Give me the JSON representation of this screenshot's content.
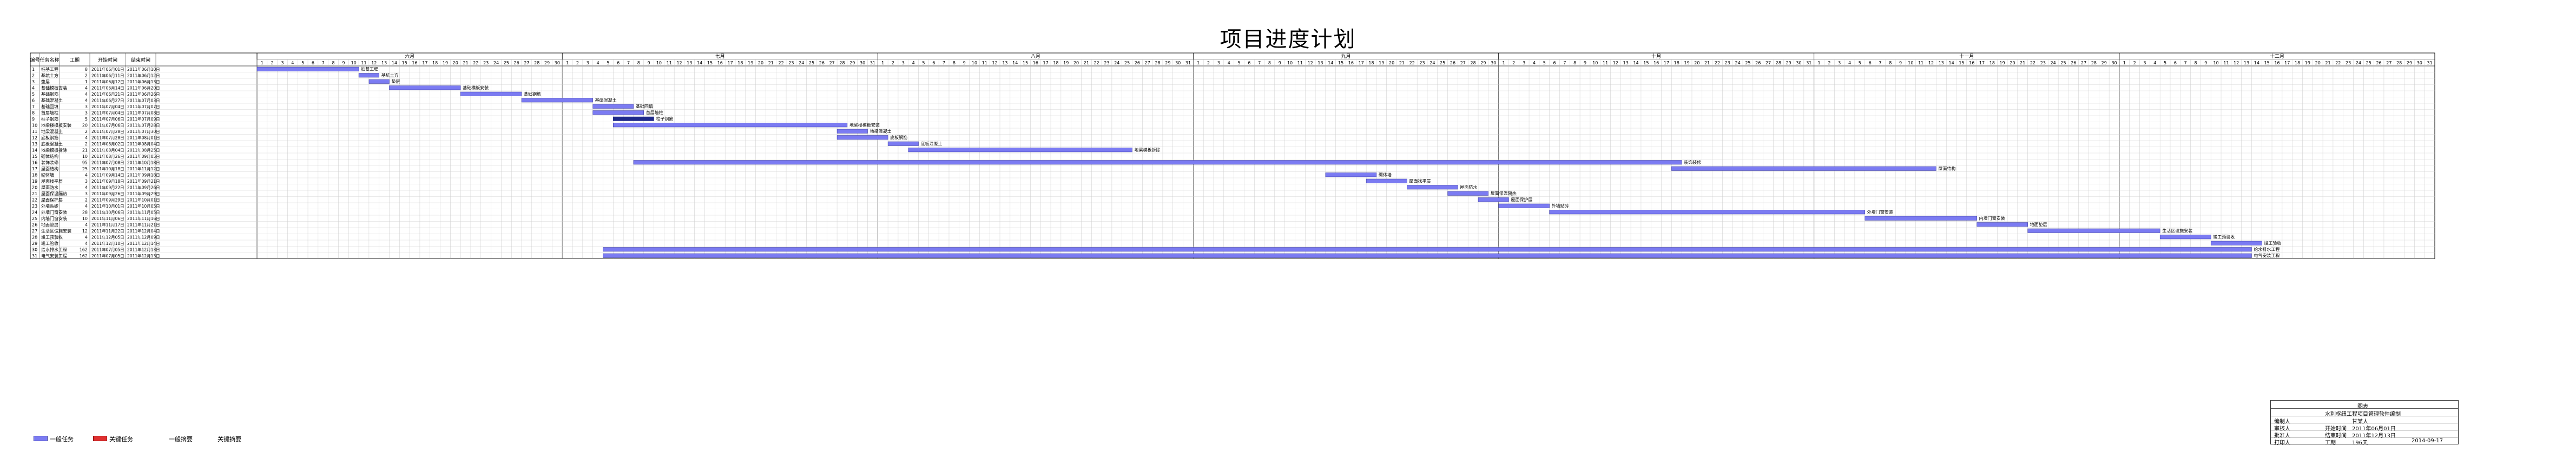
{
  "title": "项目进度计划",
  "headers": {
    "id": "编号",
    "name": "任务名称",
    "duration": "工期",
    "start": "开始时间",
    "end": "结束时间"
  },
  "months": [
    "六月",
    "七月",
    "八月",
    "九月",
    "十月",
    "十一月",
    "十二月"
  ],
  "month_days": [
    30,
    31,
    31,
    30,
    31,
    30,
    31
  ],
  "rows": [
    {
      "id": "1",
      "name": "桩基工程",
      "dur": "8",
      "start": "2011年06月01日",
      "end": "2011年06月10日"
    },
    {
      "id": "2",
      "name": "基坑土方",
      "dur": "2",
      "start": "2011年06月11日",
      "end": "2011年06月12日"
    },
    {
      "id": "3",
      "name": "垫层",
      "dur": "1",
      "start": "2011年06月12日",
      "end": "2011年06月13日"
    },
    {
      "id": "4",
      "name": "基础模板安装",
      "dur": "4",
      "start": "2011年06月14日",
      "end": "2011年06月20日"
    },
    {
      "id": "5",
      "name": "基础钢筋",
      "dur": "4",
      "start": "2011年06月21日",
      "end": "2011年06月26日"
    },
    {
      "id": "6",
      "name": "基础混凝土",
      "dur": "4",
      "start": "2011年06月27日",
      "end": "2011年07月03日"
    },
    {
      "id": "7",
      "name": "基础回填",
      "dur": "3",
      "start": "2011年07月04日",
      "end": "2011年07月07日"
    },
    {
      "id": "8",
      "name": "首层墙柱",
      "dur": "3",
      "start": "2011年07月04日",
      "end": "2011年07月08日"
    },
    {
      "id": "9",
      "name": "柱子钢筋",
      "dur": "5",
      "start": "2011年07月06日",
      "end": "2011年07月09日"
    },
    {
      "id": "10",
      "name": "地梁楼模板安装",
      "dur": "20",
      "start": "2011年07月06日",
      "end": "2011年07月28日"
    },
    {
      "id": "11",
      "name": "地梁混凝土",
      "dur": "2",
      "start": "2011年07月28日",
      "end": "2011年07月30日"
    },
    {
      "id": "12",
      "name": "底板钢筋",
      "dur": "4",
      "start": "2011年07月28日",
      "end": "2011年08月01日"
    },
    {
      "id": "13",
      "name": "底板混凝土",
      "dur": "2",
      "start": "2011年08月02日",
      "end": "2011年08月04日"
    },
    {
      "id": "14",
      "name": "地梁模板拆除",
      "dur": "21",
      "start": "2011年08月04日",
      "end": "2011年08月25日"
    },
    {
      "id": "15",
      "name": "砌体结构",
      "dur": "10",
      "start": "2011年08月26日",
      "end": "2011年09月05日"
    },
    {
      "id": "16",
      "name": "装饰装修",
      "dur": "95",
      "start": "2011年07月08日",
      "end": "2011年10月18日"
    },
    {
      "id": "17",
      "name": "屋面结构",
      "dur": "25",
      "start": "2011年10月18日",
      "end": "2011年11月12日"
    },
    {
      "id": "18",
      "name": "砌体墙",
      "dur": "4",
      "start": "2011年09月14日",
      "end": "2011年09月18日"
    },
    {
      "id": "19",
      "name": "屋面找平层",
      "dur": "3",
      "start": "2011年09月18日",
      "end": "2011年09月21日"
    },
    {
      "id": "20",
      "name": "屋面防水",
      "dur": "4",
      "start": "2011年09月22日",
      "end": "2011年09月26日"
    },
    {
      "id": "21",
      "name": "屋面保温隔热",
      "dur": "3",
      "start": "2011年09月26日",
      "end": "2011年09月29日"
    },
    {
      "id": "22",
      "name": "屋面保护层",
      "dur": "2",
      "start": "2011年09月29日",
      "end": "2011年10月01日"
    },
    {
      "id": "23",
      "name": "外墙贴砖",
      "dur": "4",
      "start": "2011年10月01日",
      "end": "2011年10月05日"
    },
    {
      "id": "24",
      "name": "外墙门窗安装",
      "dur": "28",
      "start": "2011年10月06日",
      "end": "2011年11月05日"
    },
    {
      "id": "25",
      "name": "内墙门窗安装",
      "dur": "10",
      "start": "2011年11月06日",
      "end": "2011年11月16日"
    },
    {
      "id": "26",
      "name": "地面垫层",
      "dur": "4",
      "start": "2011年11月17日",
      "end": "2011年11月21日"
    },
    {
      "id": "27",
      "name": "生活区设施安装",
      "dur": "12",
      "start": "2011年11月22日",
      "end": "2011年12月04日"
    },
    {
      "id": "28",
      "name": "竣工预验收",
      "dur": "4",
      "start": "2011年12月05日",
      "end": "2011年12月09日"
    },
    {
      "id": "29",
      "name": "竣工验收",
      "dur": "4",
      "start": "2011年12月10日",
      "end": "2011年12月14日"
    },
    {
      "id": "30",
      "name": "给水排水工程",
      "dur": "162",
      "start": "2011年07月05日",
      "end": "2011年12月13日"
    },
    {
      "id": "31",
      "name": "电气安装工程",
      "dur": "162",
      "start": "2011年07月05日",
      "end": "2011年12月13日"
    }
  ],
  "bars": [
    {
      "row": 0,
      "start": 1,
      "end": 10,
      "label": "桩基工程",
      "dark": false
    },
    {
      "row": 1,
      "start": 11,
      "end": 12,
      "label": "基坑土方",
      "dark": false
    },
    {
      "row": 2,
      "start": 12,
      "end": 13,
      "label": "垫层",
      "dark": false
    },
    {
      "row": 3,
      "start": 14,
      "end": 20,
      "label": "基础模板安装",
      "dark": false
    },
    {
      "row": 4,
      "start": 21,
      "end": 26,
      "label": "基础钢筋",
      "dark": false
    },
    {
      "row": 5,
      "start": 27,
      "end": 33,
      "label": "基础混凝土",
      "dark": false
    },
    {
      "row": 6,
      "start": 34,
      "end": 37,
      "label": "基础回填",
      "dark": false
    },
    {
      "row": 7,
      "start": 34,
      "end": 38,
      "label": "首层墙柱",
      "dark": false
    },
    {
      "row": 8,
      "start": 36,
      "end": 39,
      "label": "柱子钢筋",
      "dark": true
    },
    {
      "row": 9,
      "start": 36,
      "end": 58,
      "label": "地梁楼模板安装",
      "dark": false
    },
    {
      "row": 10,
      "start": 58,
      "end": 60,
      "label": "地梁混凝土",
      "dark": false
    },
    {
      "row": 11,
      "start": 58,
      "end": 62,
      "label": "底板钢筋",
      "dark": false
    },
    {
      "row": 12,
      "start": 63,
      "end": 65,
      "label": "底板混凝土",
      "dark": false
    },
    {
      "row": 13,
      "start": 65,
      "end": 86,
      "label": "地梁模板拆除",
      "dark": false
    },
    {
      "row": 15,
      "start": 38,
      "end": 140,
      "label": "装饰装修",
      "dark": false
    },
    {
      "row": 16,
      "start": 140,
      "end": 165,
      "label": "屋面结构",
      "dark": false
    },
    {
      "row": 17,
      "start": 106,
      "end": 110,
      "label": "砌体墙",
      "dark": false
    },
    {
      "row": 18,
      "start": 110,
      "end": 113,
      "label": "屋面找平层",
      "dark": false
    },
    {
      "row": 19,
      "start": 114,
      "end": 118,
      "label": "屋面防水",
      "dark": false
    },
    {
      "row": 20,
      "start": 118,
      "end": 121,
      "label": "屋面保温隔热",
      "dark": false
    },
    {
      "row": 21,
      "start": 121,
      "end": 123,
      "label": "屋面保护层",
      "dark": false
    },
    {
      "row": 22,
      "start": 123,
      "end": 127,
      "label": "外墙贴砖",
      "dark": false
    },
    {
      "row": 23,
      "start": 128,
      "end": 158,
      "label": "外墙门窗安装",
      "dark": false
    },
    {
      "row": 24,
      "start": 159,
      "end": 169,
      "label": "内墙门窗安装",
      "dark": false
    },
    {
      "row": 25,
      "start": 170,
      "end": 174,
      "label": "地面垫层",
      "dark": false
    },
    {
      "row": 26,
      "start": 175,
      "end": 187,
      "label": "生活区设施安装",
      "dark": false
    },
    {
      "row": 27,
      "start": 188,
      "end": 192,
      "label": "竣工预验收",
      "dark": false
    },
    {
      "row": 28,
      "start": 193,
      "end": 197,
      "label": "竣工验收",
      "dark": false
    },
    {
      "row": 29,
      "start": 35,
      "end": 196,
      "label": "给水排水工程",
      "dark": false
    },
    {
      "row": 30,
      "start": 35,
      "end": 196,
      "label": "电气安装工程",
      "dark": false
    }
  ],
  "legend": {
    "normal": "一般任务",
    "critical": "关键任务",
    "milestone": "一般摘要",
    "summary": "关键摘要"
  },
  "info": {
    "heading": "图表",
    "subtitle": "水利枢纽工程项目管理软件编制",
    "r1_label": "编制人",
    "r1_val": "甘某人",
    "r2_label": "审核人",
    "r2_start_label": "开始时间",
    "r2_start": "2011年06月01日",
    "r3_label": "批准人",
    "r3_end_label": "结束时间",
    "r3_end": "2011年12月13日",
    "r4_label": "打印人",
    "r4_dur_label": "工期",
    "r4_dur": "196天",
    "date": "2014-09-17"
  },
  "colors": {
    "bar": "#7b7bf2",
    "bar_dark": "#1f2a8a",
    "critical": "#e03030",
    "grid": "#555555"
  }
}
